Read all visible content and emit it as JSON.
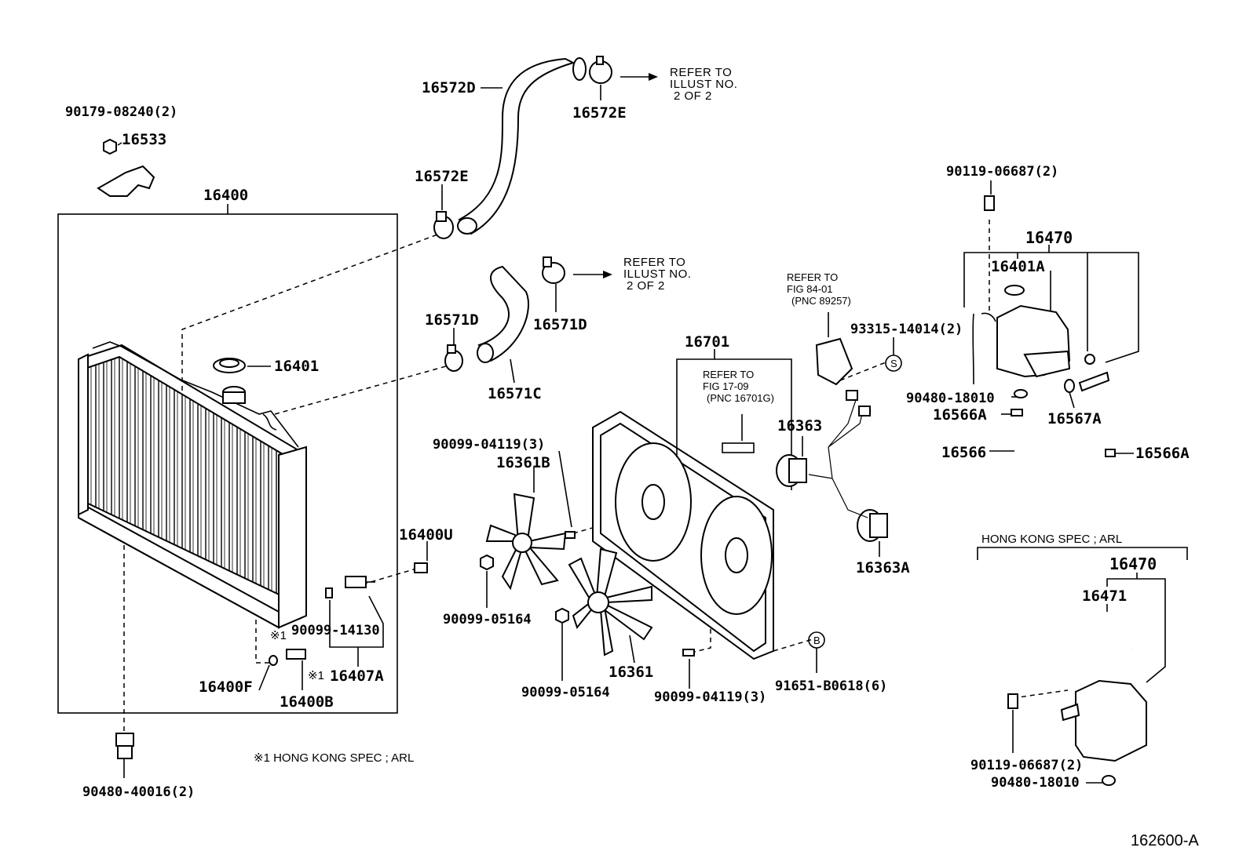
{
  "labels": {
    "l_90179": "90179-08240(2)",
    "l_16533": "16533",
    "l_16400": "16400",
    "l_16572D": "16572D",
    "l_16572E_top": "16572E",
    "l_16572E_left": "16572E",
    "l_16401": "16401",
    "l_16571D_left": "16571D",
    "l_16571D_right": "16571D",
    "l_16571C": "16571C",
    "l_16701": "16701",
    "l_90099_04119_a": "90099-04119(3)",
    "l_16361B": "16361B",
    "l_16400U": "16400U",
    "l_90099_05164_a": "90099-05164",
    "l_90099_14130": "90099-14130",
    "l_note_mark_1": "※1",
    "l_note_mark_2": "※1",
    "l_16407A": "16407A",
    "l_16400F": "16400F",
    "l_16400B": "16400B",
    "l_90099_05164_b": "90099-05164",
    "l_16361": "16361",
    "l_90099_04119_b": "90099-04119(3)",
    "l_91651": "91651-B0618(6)",
    "l_16363": "16363",
    "l_16363A": "16363A",
    "l_93315": "93315-14014(2)",
    "l_90119_top": "90119-06687(2)",
    "l_16470_top": "16470",
    "l_16401A": "16401A",
    "l_90480_18010_top": "90480-18010",
    "l_16566A_left": "16566A",
    "l_16567A": "16567A",
    "l_16566": "16566",
    "l_16566A_right": "16566A",
    "l_hk_spec": "HONG KONG SPEC ; ARL",
    "l_16470_bot": "16470",
    "l_16471": "16471",
    "l_90119_bot": "90119-06687(2)",
    "l_90480_18010_bot": "90480-18010",
    "l_90480_40016": "90480-40016(2)",
    "l_footnote": "※1  HONG  KONG  SPEC ; ARL",
    "l_figure_id": "162600-A"
  },
  "refer_notes": {
    "upper_line1": "REFER TO",
    "upper_line2": "ILLUST NO.",
    "upper_line3": "2 OF 2",
    "lower_line1": "REFER TO",
    "lower_line2": "ILLUST NO.",
    "lower_line3": "2 OF 2",
    "fig17_line1": "REFER TO",
    "fig17_line2": "FIG 17-09",
    "fig17_line3": "(PNC 16701G)",
    "fig84_line1": "REFER TO",
    "fig84_line2": "FIG 84-01",
    "fig84_line3": "(PNC 89257)"
  },
  "symbols": {
    "s_circle": "S",
    "b_circle": "B"
  }
}
